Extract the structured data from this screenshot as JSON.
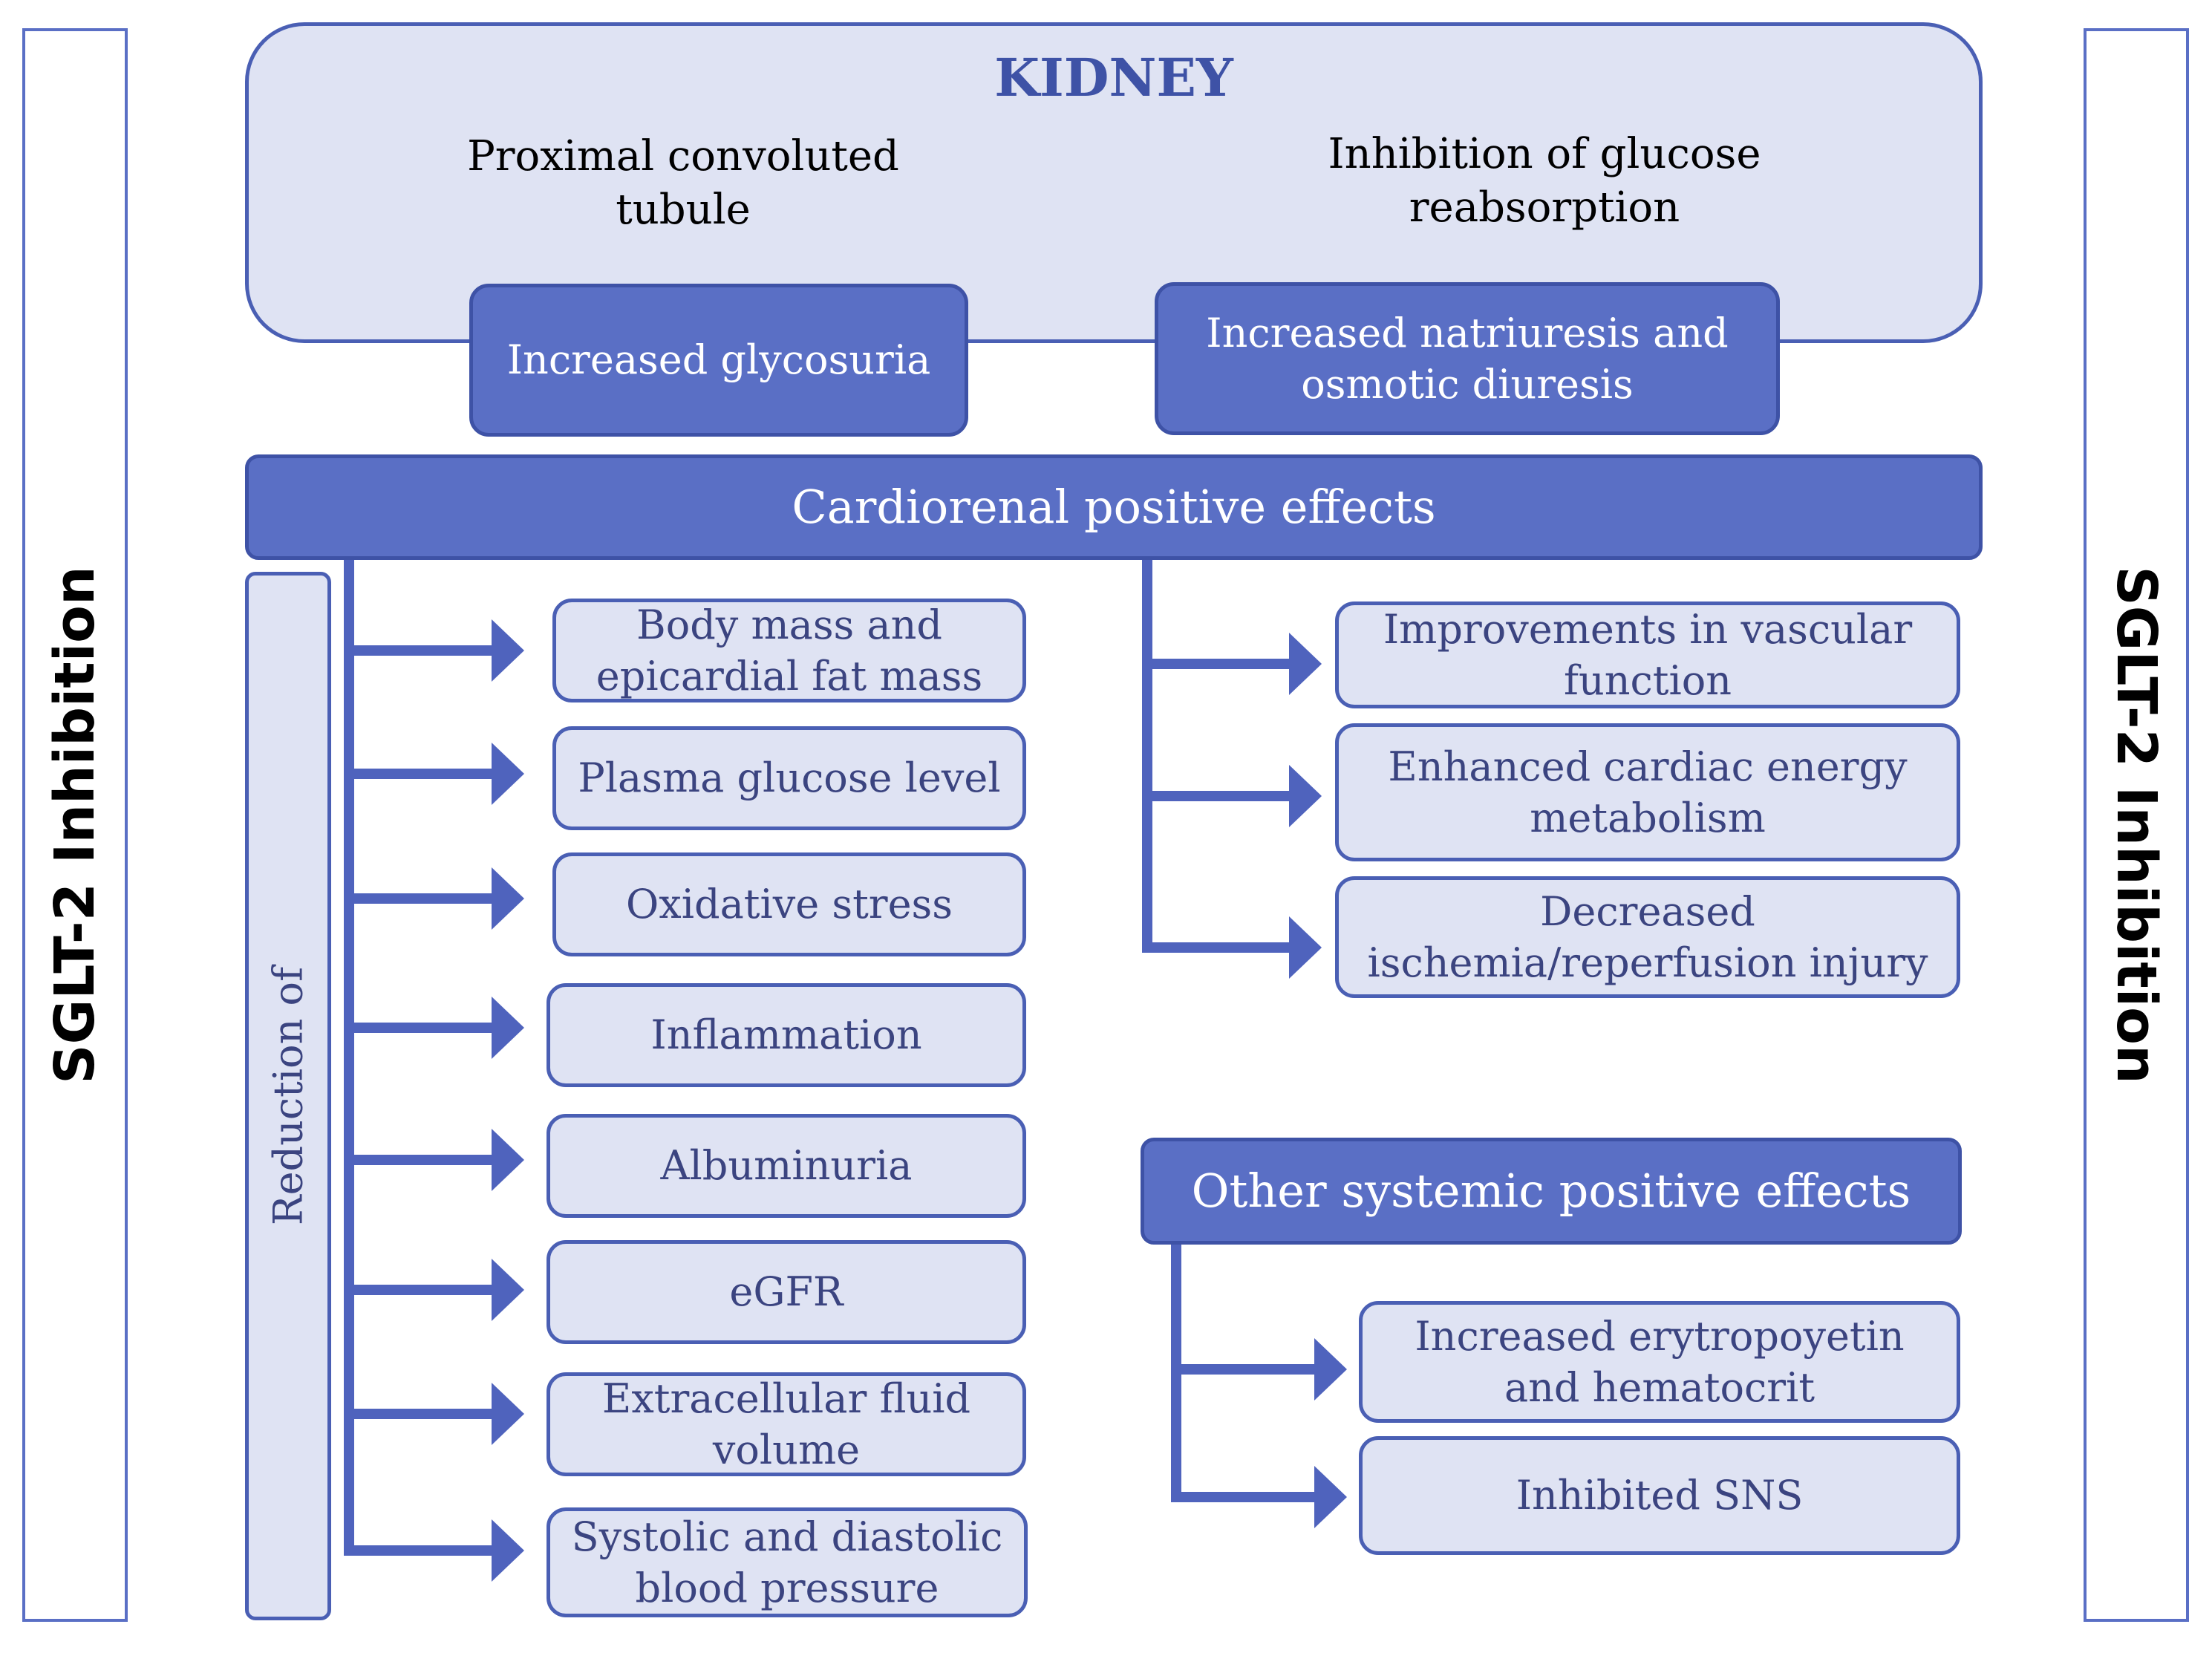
{
  "side_label_left": "SGLT-2 Inhibition",
  "side_label_right": "SGLT-2 Inhibition",
  "kidney": {
    "title": "KIDNEY",
    "source_lines": [
      "Proximal convoluted",
      "tubule"
    ],
    "result_lines": [
      "Inhibition of glucose",
      "reabsorption"
    ]
  },
  "outcomes": {
    "glycosuria": [
      "Increased glycosuria"
    ],
    "natriuresis": [
      "Increased natriuresis and",
      "osmotic diuresis"
    ]
  },
  "cardiorenal": {
    "title": "Cardiorenal positive effects",
    "reduction_label": "Reduction of",
    "reductions": [
      [
        "Body mass and",
        "epicardial fat mass"
      ],
      [
        "Plasma glucose level"
      ],
      [
        "Oxidative stress"
      ],
      [
        "Inflammation"
      ],
      [
        "Albuminuria"
      ],
      [
        "eGFR"
      ],
      [
        "Extracellular fluid",
        "volume"
      ],
      [
        "Systolic and diastolic",
        "blood pressure"
      ]
    ],
    "improvements": [
      [
        "Improvements in vascular",
        "function"
      ],
      [
        "Enhanced cardiac energy",
        "metabolism"
      ],
      [
        "Decreased",
        "ischemia/reperfusion injury"
      ]
    ]
  },
  "systemic": {
    "title": "Other systemic positive effects",
    "effects": [
      [
        "Increased erytropoyetin",
        "and hematocrit"
      ],
      [
        "Inhibited SNS"
      ]
    ]
  },
  "colors": {
    "dark_fill": "#5a6fc5",
    "light_fill": "#dfe3f3",
    "border": "#4a5fb4",
    "arrow": "#4f63bd",
    "text_dark": "#3b4480"
  }
}
